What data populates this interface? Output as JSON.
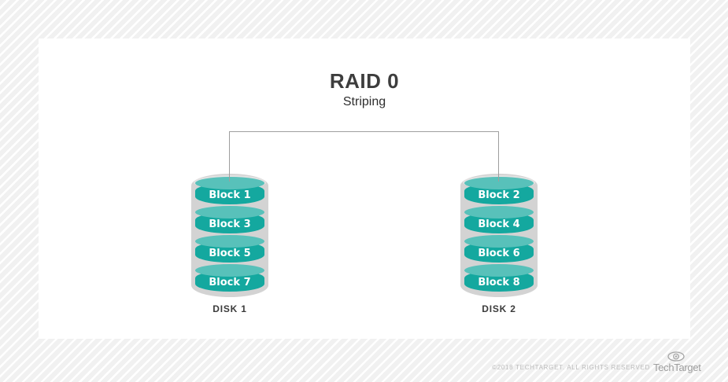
{
  "title": "RAID 0",
  "subtitle": "Striping",
  "disks": [
    {
      "label": "DISK 1",
      "blocks": [
        "Block 1",
        "Block 3",
        "Block 5",
        "Block 7"
      ]
    },
    {
      "label": "DISK 2",
      "blocks": [
        "Block 2",
        "Block 4",
        "Block 6",
        "Block 8"
      ]
    }
  ],
  "footer": {
    "copyright": "©2018 TECHTARGET. ALL RIGHTS RESERVED",
    "brand": "TechTarget",
    "brand_icon": "eye-target-icon"
  },
  "colors": {
    "block_body": "#14a89f",
    "block_top": "#58c1ba",
    "disk_shell": "#d3d3d3",
    "connector": "#9e9e9e",
    "background_stripe": "#f1f1f1",
    "card_background": "#ffffff",
    "title_text": "#3d3d3d",
    "footer_text": "#bcbcbc"
  }
}
